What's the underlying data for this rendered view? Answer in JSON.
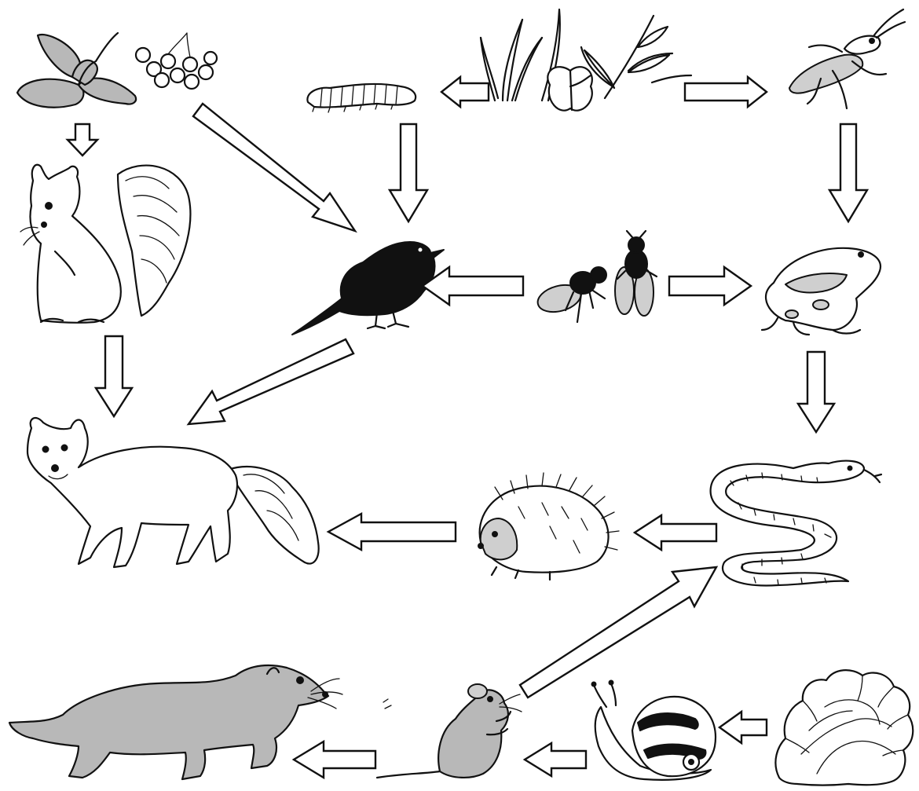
{
  "diagram": {
    "type": "food-web",
    "text_labels": [],
    "organisms": [
      {
        "id": "maple-seeds-berries",
        "icon": "maple-seeds-and-berries-icon"
      },
      {
        "id": "grass-leaves",
        "icon": "grass-and-leaves-icon"
      },
      {
        "id": "caterpillar",
        "icon": "caterpillar-icon"
      },
      {
        "id": "grasshopper",
        "icon": "grasshopper-icon"
      },
      {
        "id": "squirrel",
        "icon": "squirrel-icon"
      },
      {
        "id": "blackbird",
        "icon": "blackbird-icon"
      },
      {
        "id": "flies",
        "icon": "flies-icon"
      },
      {
        "id": "frog",
        "icon": "frog-icon"
      },
      {
        "id": "fox",
        "icon": "fox-icon"
      },
      {
        "id": "hedgehog",
        "icon": "hedgehog-icon"
      },
      {
        "id": "snake",
        "icon": "snake-icon"
      },
      {
        "id": "weasel",
        "icon": "weasel-icon"
      },
      {
        "id": "mouse",
        "icon": "mouse-icon"
      },
      {
        "id": "snail",
        "icon": "snail-icon"
      },
      {
        "id": "lettuce",
        "icon": "lettuce-icon"
      }
    ],
    "links": [
      {
        "from": "maple-seeds-berries",
        "to": "squirrel"
      },
      {
        "from": "maple-seeds-berries",
        "to": "blackbird"
      },
      {
        "from": "grass-leaves",
        "to": "caterpillar"
      },
      {
        "from": "grass-leaves",
        "to": "grasshopper"
      },
      {
        "from": "caterpillar",
        "to": "blackbird"
      },
      {
        "from": "grasshopper",
        "to": "frog"
      },
      {
        "from": "flies",
        "to": "blackbird"
      },
      {
        "from": "flies",
        "to": "frog"
      },
      {
        "from": "squirrel",
        "to": "fox"
      },
      {
        "from": "blackbird",
        "to": "fox"
      },
      {
        "from": "frog",
        "to": "snake"
      },
      {
        "from": "snake",
        "to": "hedgehog"
      },
      {
        "from": "hedgehog",
        "to": "fox"
      },
      {
        "from": "lettuce",
        "to": "snail"
      },
      {
        "from": "snail",
        "to": "mouse"
      },
      {
        "from": "mouse",
        "to": "weasel"
      },
      {
        "from": "mouse",
        "to": "snake"
      }
    ]
  }
}
